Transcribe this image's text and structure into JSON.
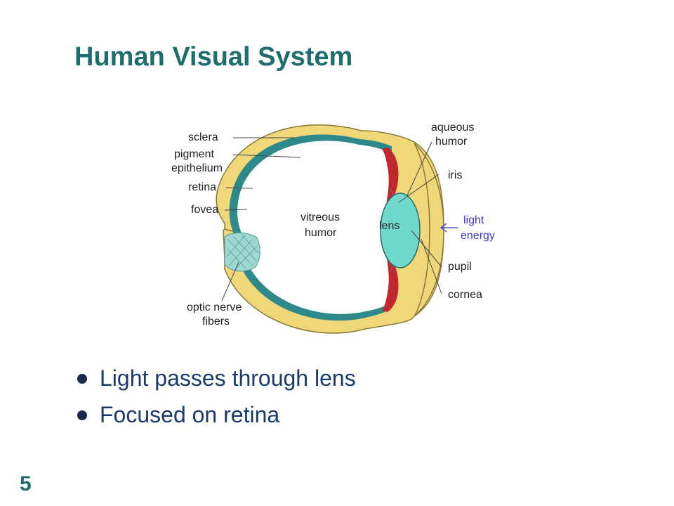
{
  "slide": {
    "title": "Human Visual System",
    "page_number": "5"
  },
  "diagram": {
    "labels": {
      "sclera": "sclera",
      "pigment_epithelium_1": "pigment",
      "pigment_epithelium_2": "epithelium",
      "retina": "retina",
      "fovea": "fovea",
      "optic_nerve_1": "optic nerve",
      "optic_nerve_2": "fibers",
      "vitreous_1": "vitreous",
      "vitreous_2": "humor",
      "lens": "lens",
      "aqueous_1": "aqueous",
      "aqueous_2": "humor",
      "iris": "iris",
      "light_1": "light",
      "light_2": "energy",
      "pupil": "pupil",
      "cornea": "cornea"
    },
    "colors": {
      "sclera": "#f0d77a",
      "retina": "#2e8a8a",
      "lens": "#6fd9cc",
      "iris": "#c0282d",
      "light_arrow": "#3a3ad6"
    }
  },
  "bullets": [
    "Light passes through lens",
    "Focused on retina"
  ],
  "colors": {
    "title": "#1e6e6e",
    "bullet_text": "#1a3a6e"
  }
}
